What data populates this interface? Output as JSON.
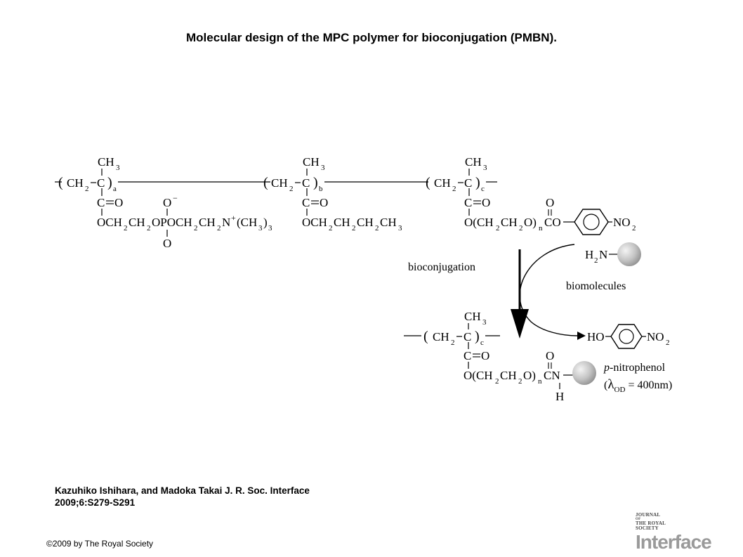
{
  "title": "Molecular design of the MPC polymer for bioconjugation (PMBN).",
  "citation": {
    "line1": "Kazuhiko Ishihara, and Madoka Takai J. R. Soc. Interface",
    "line2": "2009;6:S279-S291"
  },
  "copyright": "©2009 by The Royal Society",
  "logo": {
    "line1": "JOURNAL",
    "line2": "OF",
    "line3": "THE ROYAL",
    "line4": "SOCIETY",
    "wordmark": "Interface"
  },
  "diagram": {
    "arrow_label": "bioconjugation",
    "biomolecules_label": "biomolecules",
    "amine_group": "H2N",
    "hydroxyl": "HO",
    "nitro": "NO2",
    "pnitrophenol": "p-nitrophenol",
    "lambda_od": "(λOD = 400nm)",
    "unit_a_sub": "a",
    "unit_b_sub": "b",
    "unit_c_sub": "c",
    "mpc_pendant": "OCH2CH2OPOCH2CH2N+(CH3)3",
    "bma_pendant": "OCH2CH2CH2CH3",
    "meonp_pendant": "O(CH2CH2O)nCO",
    "conjugate_pendant": "O(CH2CH2O)nCN",
    "amide_h": "H"
  },
  "colors": {
    "text": "#000000",
    "sphere_light": "#f2f2f2",
    "sphere_dark": "#8c8c8c",
    "logo_wordmark": "#9a9a9a"
  }
}
